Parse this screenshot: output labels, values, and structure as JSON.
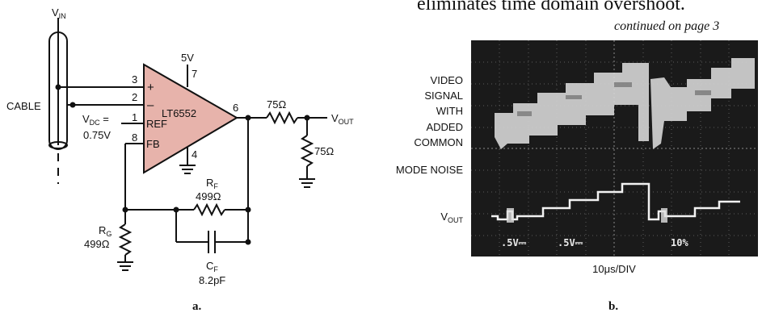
{
  "top_text": {
    "fragment": "eliminates time domain overshoot.",
    "continued": "continued on page 3"
  },
  "schematic": {
    "vin_label": "V",
    "vin_sub": "IN",
    "cable_label": "CABLE",
    "vdc_label": "V",
    "vdc_sub": "DC",
    "vdc_eq": " =",
    "vdc_value": "0.75V",
    "supply": "5V",
    "opamp_name": "LT6552",
    "plus_sign": "+",
    "minus_sign": "–",
    "ref_pin_label": "REF",
    "fb_pin_label": "FB",
    "pin3": "3",
    "pin2": "2",
    "pin1": "1",
    "pin8": "8",
    "pin7": "7",
    "pin4": "4",
    "pin6": "6",
    "r_series": "75Ω",
    "r_load": "75Ω",
    "vout_label": "V",
    "vout_sub": "OUT",
    "rf_label": "R",
    "rf_sub": "F",
    "rf_value": "499Ω",
    "rg_label": "R",
    "rg_sub": "G",
    "rg_value": "499Ω",
    "cf_label": "C",
    "cf_sub": "F",
    "cf_value": "8.2pF",
    "caption": "a."
  },
  "scope": {
    "side_labels": [
      "VIDEO",
      "SIGNAL",
      "WITH",
      "ADDED",
      "COMMON",
      "MODE NOISE"
    ],
    "vout_label": "V",
    "vout_sub": "OUT",
    "ch1_scale": ".5V⎓",
    "ch2_scale": ".5V⎓",
    "percent": "10%",
    "timebase": "10μs/DIV",
    "caption": "b.",
    "colors": {
      "screen": "#1a1a1a",
      "trace": "#f2f2f2",
      "noise": "#d9d9d9",
      "grid": "#6a6a6a"
    }
  },
  "colors": {
    "opamp_fill": "#e7b3ab",
    "ink": "#111111"
  }
}
